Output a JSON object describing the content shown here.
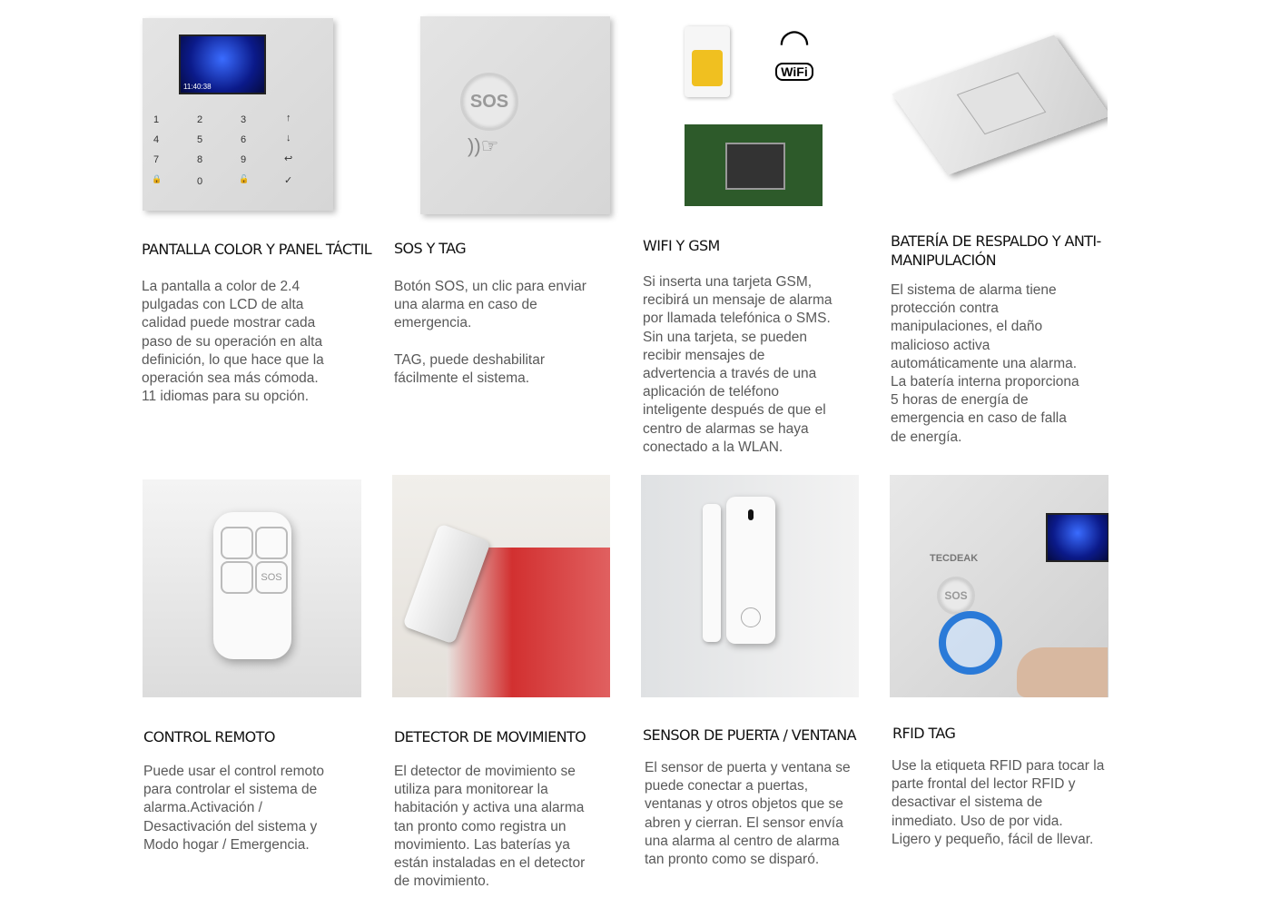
{
  "features": [
    {
      "title": "PANTALLA COLOR Y PANEL TÁCTIL",
      "body": "La pantalla a color de 2.4\npulgadas con LCD de alta\ncalidad puede mostrar cada\npaso de su operación en alta\ndefinición, lo que hace que la\noperación sea más cómoda.\n11 idiomas para su opción.",
      "image": {
        "screen_time": "11:40:38",
        "keys": [
          "1",
          "2",
          "3",
          "↑",
          "4",
          "5",
          "6",
          "↓",
          "7",
          "8",
          "9",
          "↩",
          "🔒",
          "0",
          "🔓",
          "✓"
        ]
      }
    },
    {
      "title": "SOS Y TAG",
      "body": "Botón SOS, un clic para enviar\nuna alarma en caso de\nemergencia.\n\nTAG, puede deshabilitar\nfácilmente el sistema.",
      "image": {
        "sos_label": "SOS"
      }
    },
    {
      "title": "WIFI Y GSM",
      "body": "Si inserta una tarjeta GSM,\nrecibirá un mensaje de alarma\npor llamada telefónica o SMS.\nSin una tarjeta, se pueden\nrecibir mensajes de\nadvertencia a través de una\naplicación de teléfono\ninteligente después de que el\ncentro de alarmas se haya\nconectado a la WLAN.",
      "image": {
        "wifi_label": "WiFi"
      }
    },
    {
      "title": "BATERÍA DE RESPALDO Y ANTI-\nMANIPULACIÓN",
      "body": "El sistema de alarma tiene\nprotección contra\nmanipulaciones, el daño\nmalicioso activa\nautomáticamente una alarma.\nLa batería interna proporciona\n5 horas de energía de\nemergencia en caso de falla\nde energía."
    },
    {
      "title": "CONTROL REMOTO",
      "body": "Puede usar el control remoto\npara controlar el sistema de\nalarma.Activación /\nDesactivación del sistema y\nModo hogar / Emergencia.",
      "image": {
        "sos_label": "SOS"
      }
    },
    {
      "title": "DETECTOR DE MOVIMIENTO",
      "body": "El detector de movimiento se\nutiliza para monitorear la\nhabitación y activa una alarma\ntan pronto como registra un\nmovimiento. Las baterías ya\nestán instaladas en el detector\nde movimiento."
    },
    {
      "title": "SENSOR DE PUERTA / VENTANA",
      "body": "El sensor de puerta y ventana se\npuede conectar a puertas,\nventanas y otros objetos que se\nabren y cierran. El sensor envía\nuna alarma al centro de alarma\ntan pronto como se disparó."
    },
    {
      "title": "RFID TAG",
      "body": "Use la etiqueta RFID para tocar la\nparte frontal del lector RFID y\ndesactivar el sistema de\ninmediato. Uso de por vida.\nLigero y pequeño, fácil de llevar.",
      "image": {
        "brand": "TECDEAK",
        "sos_label": "SOS"
      }
    }
  ]
}
